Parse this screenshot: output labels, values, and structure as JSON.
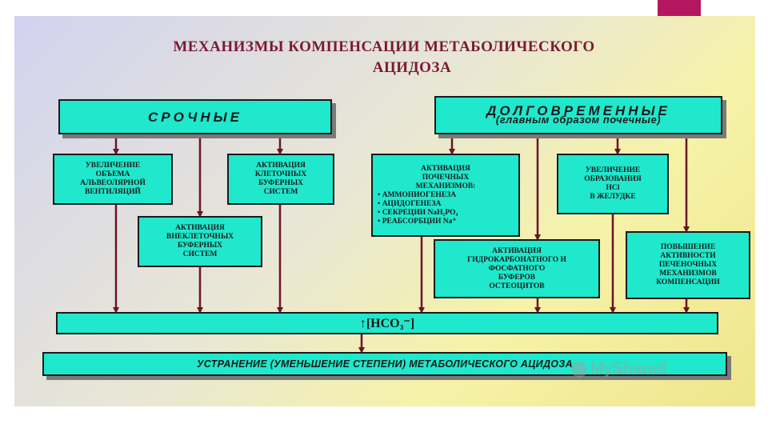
{
  "title": {
    "line1": "МЕХАНИЗМЫ КОМПЕНСАЦИИ МЕТАБОЛИЧЕСКОГО",
    "line2": "АЦИДОЗА"
  },
  "urgent": {
    "header": "СРОЧНЫЕ",
    "box_ventilation": "УВЕЛИЧЕНИЕ\nОБЪЕМА\nАЛЬВЕОЛЯРНОЙ\nВЕНТИЛЯЦИЙ",
    "box_extracellular": "АКТИВАЦИЯ\nВНЕКЛЕТОЧНЫХ\nБУФЕРНЫХ\nСИСТЕМ",
    "box_cellular": "АКТИВАЦИЯ\nКЛЕТОЧНЫХ\nБУФЕРНЫХ\nСИСТЕМ"
  },
  "longterm": {
    "header": "ДОЛГОВРЕМЕННЫЕ",
    "subheader": "(главным образом почечные)",
    "box_renal_title": "АКТИВАЦИЯ\nПОЧЕЧНЫХ\nМЕХАНИЗМОВ:",
    "box_renal_items": [
      "• АММОНИОГЕНЕЗА",
      "• АЦИДОГЕНЕЗА",
      "• СЕКРЕЦИИ NaH₂PO₄",
      "• РЕАБСОРБЦИИ Na⁺"
    ],
    "box_hcl": "УВЕЛИЧЕНИЕ\nОБРАЗОВАНИЯ\nHCl\nВ ЖЕЛУДКЕ",
    "box_osteocytes": "АКТИВАЦИЯ\nГИДРОКАРБОНАТНОГО И\nФОСФАТНОГО\nБУФЕРОВ\nОСТЕОЦИТОВ",
    "box_liver": "ПОВЫШЕНИЕ\nАКТИВНОСТИ\nПЕЧЕНОЧНЫХ\nМЕХАНИЗМОВ\nКОМПЕНСАЦИИ"
  },
  "bicarbonate": "↑[HCO₃⁻]",
  "result": "УСТРАНЕНИЕ   (УМЕНЬШЕНИЕ СТЕПЕНИ)   МЕТАБОЛИЧЕСКОГО   АЦИДОЗА",
  "watermark": "MyShared",
  "colors": {
    "box_fill": "#1fe8cc",
    "title": "#7a1a34",
    "arrow": "#6b1428",
    "corner_accent": "#b5175e"
  }
}
